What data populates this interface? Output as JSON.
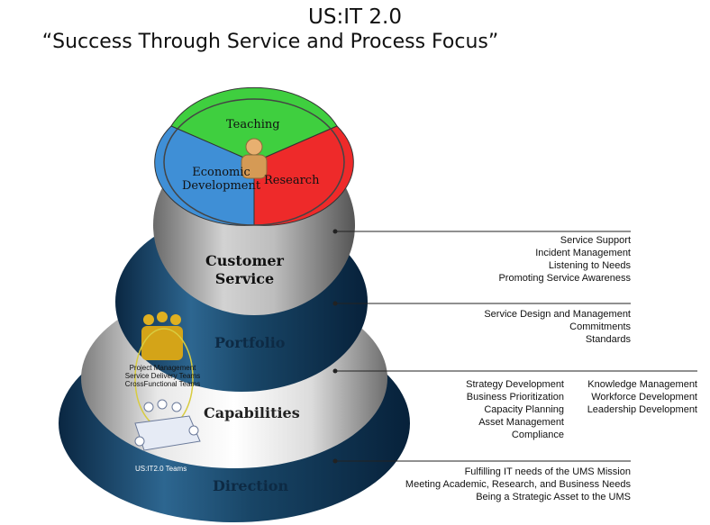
{
  "title": "US:IT 2.0",
  "subtitle": "“Success Through Service and Process Focus”",
  "pie": {
    "teaching": "Teaching",
    "economic_line1": "Economic",
    "economic_line2": "Development",
    "research": "Research"
  },
  "layers": {
    "customer_line1": "Customer",
    "customer_line2": "Service",
    "portfolio": "Portfolio",
    "capabilities": "Capabilities",
    "direction": "Direction"
  },
  "teams": {
    "line1": "Project Management",
    "line2": "Service Delivery Teams",
    "line3": "CrossFunctional Teams",
    "uit_teams": "US:IT2.0 Teams"
  },
  "annotations": {
    "customer_service": [
      "Service Support",
      "Incident Management",
      "Listening to Needs",
      "Promoting  Service Awareness"
    ],
    "portfolio": [
      "Service Design and Management",
      "Commitments",
      "Standards"
    ],
    "capabilities_left": [
      "Strategy Development",
      "Business Prioritization",
      "Capacity Planning",
      "Asset Management",
      "Compliance"
    ],
    "capabilities_right": [
      "Knowledge Management",
      "Workforce Development",
      "Leadership Development"
    ],
    "direction": [
      "Fulfilling IT needs of the UMS Mission",
      "Meeting Academic, Research, and Business Needs",
      "Being a Strategic Asset to the UMS"
    ]
  },
  "colors": {
    "teaching": "#3fcf3f",
    "economic": "#3f8fd6",
    "research": "#ee2a2a",
    "navy": "#123f63",
    "silver": "#c9c9c9"
  }
}
